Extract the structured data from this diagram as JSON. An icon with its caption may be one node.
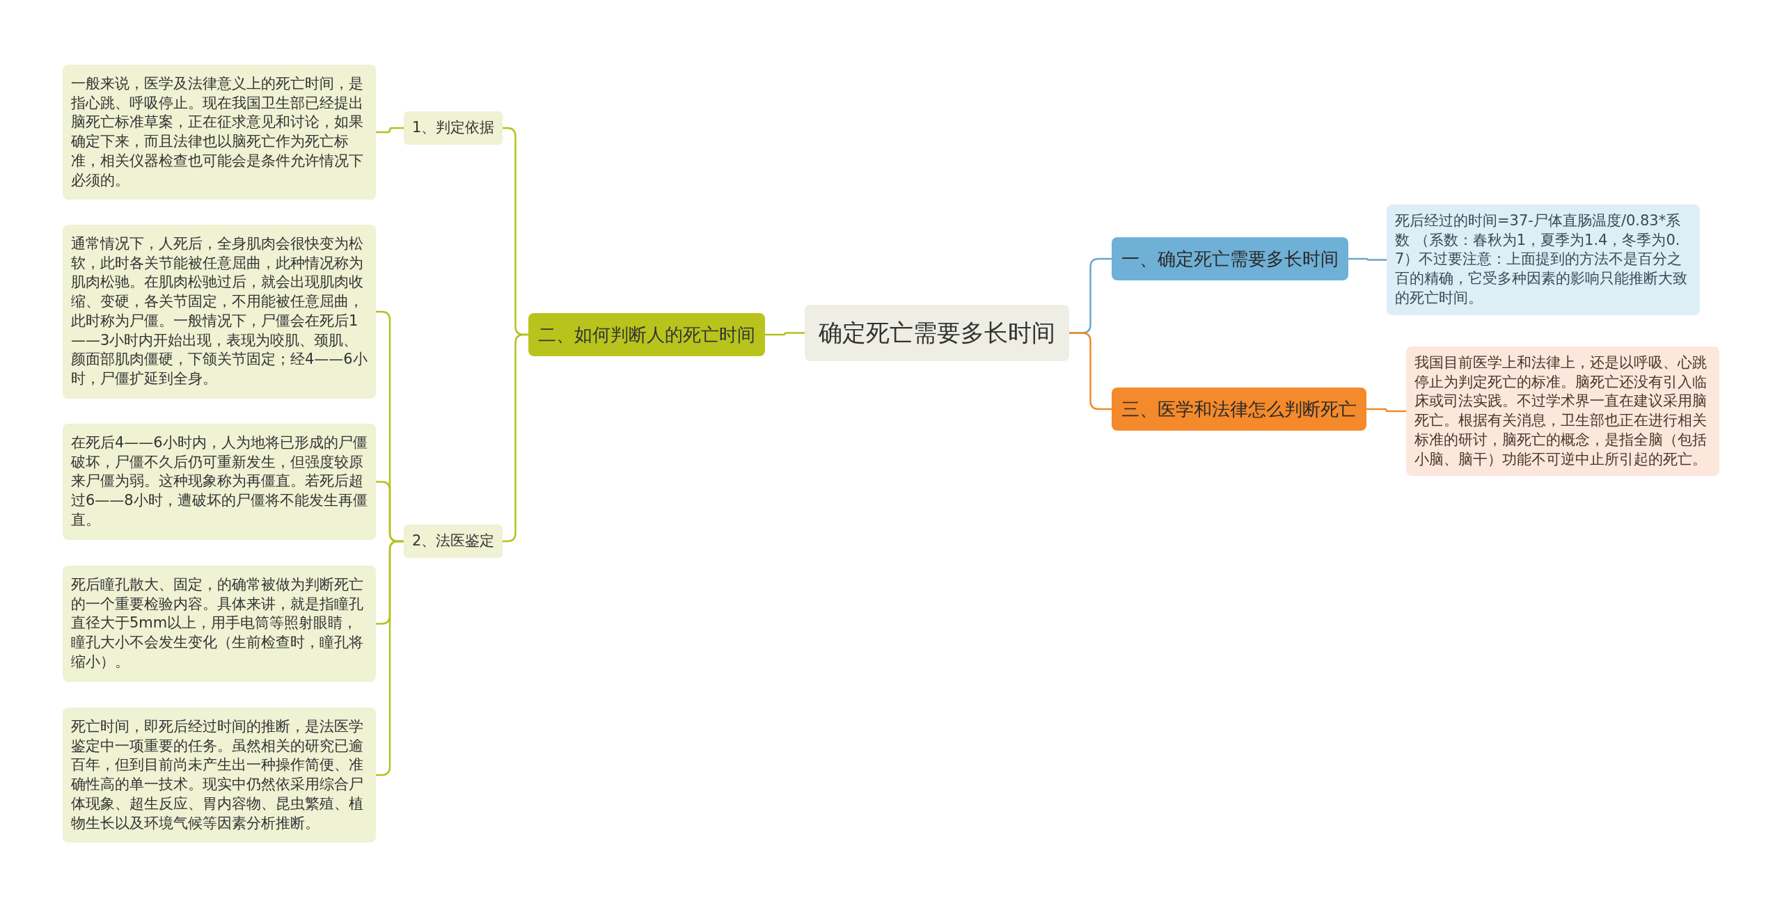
{
  "diagram": {
    "nodes": [
      {
        "text": [
          "确定死亡需要多长时间"
        ]
      },
      {
        "text": [
          "二、如何判断人的死亡时间"
        ]
      },
      {
        "text": [
          "1、判定依据"
        ]
      },
      {
        "text": [
          "一般来说，医学及法律意义上的死亡时间，是指心跳、呼吸停止。现在我国卫生部已经提出脑死亡标准草案，正在征求意见和讨论，如果确定下来，而且法律也以脑死亡作为死亡标准，相关仪器检查也可能会是条件允许情况下必须的。"
        ]
      },
      {
        "text": [
          "2、法医鉴定"
        ]
      },
      {
        "text": [
          "通常情况下，人死后，全身肌肉会很快变为松软，此时各关节能被任意屈曲，此种情况称为肌肉松驰。在肌肉松驰过后，就会出现肌肉收缩、变硬，各关节固定，不用能被任意屈曲，此时称为尸僵。一般情况下，尸僵会在死后1——3小时内开始出现，表现为咬肌、颈肌、颜面部肌肉僵硬，下颌关节固定；经4——6小时，尸僵扩延到全身。"
        ]
      },
      {
        "text": [
          "在死后4——6小时内，人为地将已形成的尸僵破坏，尸僵不久后仍可重新发生，但强度较原来尸僵为弱。这种现象称为再僵直。若死后超过6——8小时，遭破坏的尸僵将不能发生再僵直。"
        ]
      },
      {
        "text": [
          "死后瞳孔散大、固定，的确常被做为判断死亡的一个重要检验内容。具体来讲，就是指瞳孔直径大于5mm以上，用手电筒等照射眼睛，瞳孔大小不会发生变化（生前检查时，瞳孔将缩小）。"
        ]
      },
      {
        "text": [
          "死亡时间，即死后经过时间的推断，是法医学鉴定中一项重要的任务。虽然相关的研究已逾百年，但到目前尚未产生出一种操作简便、准确性高的单一技术。现实中仍然依采用综合尸体现象、超生反应、胃内容物、昆虫繁殖、植物生长以及环境气候等因素分析推断。"
        ]
      },
      {
        "text": [
          "一、确定死亡需要多长时间"
        ]
      },
      {
        "text": [
          "死后经过的时间=37-尸体直肠温度/0.83*系数 （系数：春秋为1，夏季为1.4，冬季为0.7）不过要注意：上面提到的方法不是百分之百的精确，它受多种因素的影响只能推断大致的死亡时间。"
        ]
      },
      {
        "text": [
          "三、医学和法律怎么判断死亡"
        ]
      },
      {
        "text": [
          "我国目前医学上和法律上，还是以呼吸、心跳停止为判定死亡的标准。脑死亡还没有引入临床或司法实践。不过学术界一直在建议采用脑死亡。根据有关消息，卫生部也正在进行相关标准的研讨，脑死亡的概念，是指全脑（包括小脑、脑干）功能不可逆中止所引起的死亡。"
        ]
      }
    ],
    "edges": [
      {
        "from": 0,
        "to": 1,
        "arrow": "none"
      },
      {
        "from": 1,
        "to": 2,
        "arrow": "none"
      },
      {
        "from": 2,
        "to": 3,
        "arrow": "none"
      },
      {
        "from": 1,
        "to": 4,
        "arrow": "none"
      },
      {
        "from": 4,
        "to": 5,
        "arrow": "none"
      },
      {
        "from": 4,
        "to": 6,
        "arrow": "none"
      },
      {
        "from": 4,
        "to": 7,
        "arrow": "none"
      },
      {
        "from": 4,
        "to": 8,
        "arrow": "none"
      },
      {
        "from": 0,
        "to": 9,
        "arrow": "none",
        "color": "#6aa7cc"
      },
      {
        "from": 9,
        "to": 10,
        "arrow": "none",
        "color": "#6aa7cc"
      },
      {
        "from": 0,
        "to": 11,
        "arrow": "none",
        "color": "#f08a2b"
      },
      {
        "from": 11,
        "to": 12,
        "arrow": "none",
        "color": "#f08a2b"
      }
    ]
  }
}
